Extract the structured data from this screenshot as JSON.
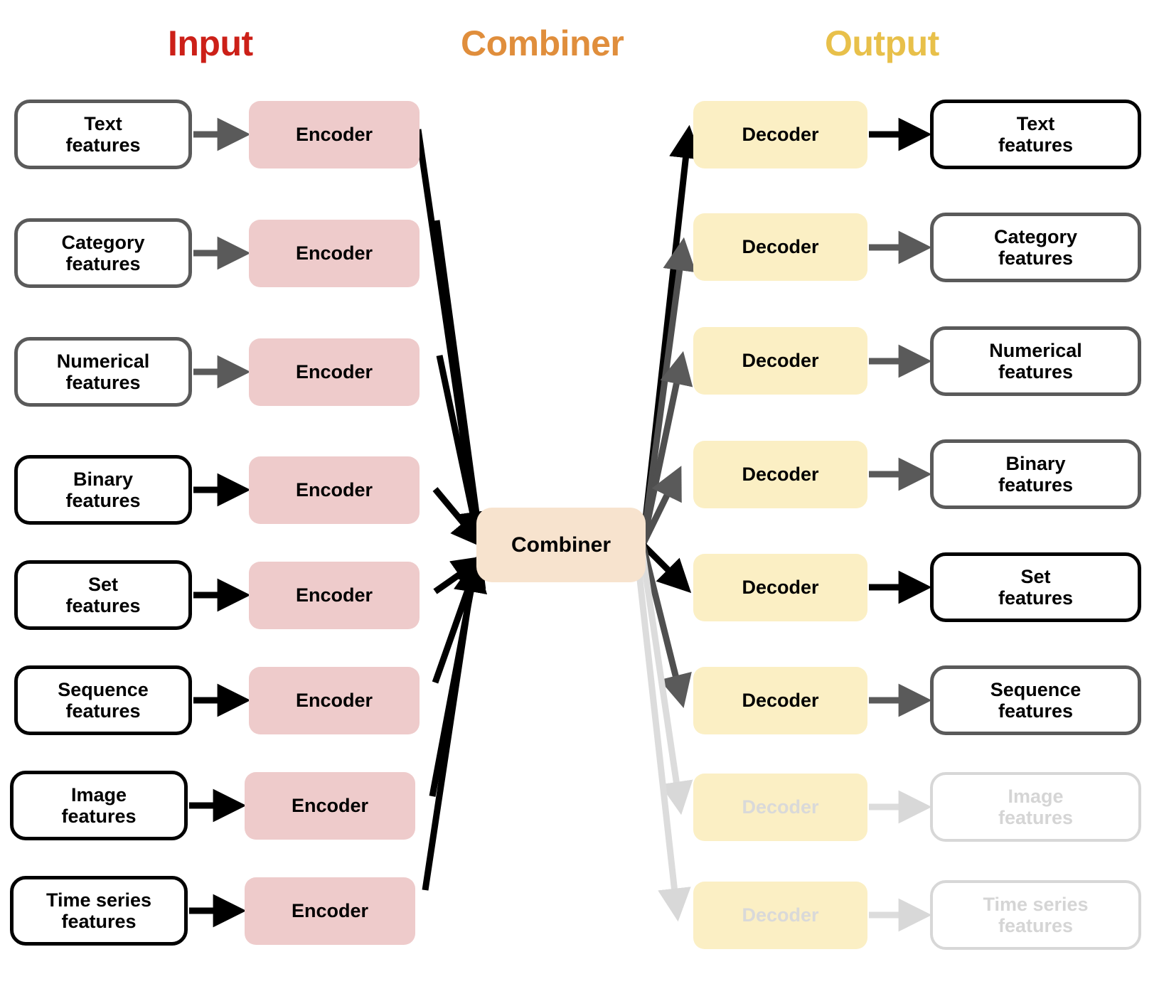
{
  "headers": {
    "input": {
      "label": "Input",
      "color": "#CC2018"
    },
    "combiner": {
      "label": "Combiner",
      "color": "#E08E3C"
    },
    "output": {
      "label": "Output",
      "color": "#E8C04A"
    }
  },
  "combiner": {
    "label": "Combiner",
    "fill": "#F7E3CE"
  },
  "palette": {
    "encoder_fill": "#EECBCB",
    "decoder_fill": "#FBEFC4",
    "edge_black": "#000000",
    "edge_gray": "#5A5A5A",
    "edge_faded": "#D8D8D8",
    "border_black": "#000000",
    "border_gray": "#5A5A5A",
    "border_faded": "#D7D7D7",
    "text_faded": "#D5D5D5"
  },
  "encoder_label": "Encoder",
  "decoder_label": "Decoder",
  "input_rows": [
    {
      "line1": "Text",
      "line2": "features",
      "emphasis": "gray"
    },
    {
      "line1": "Category",
      "line2": "features",
      "emphasis": "gray"
    },
    {
      "line1": "Numerical",
      "line2": "features",
      "emphasis": "gray"
    },
    {
      "line1": "Binary",
      "line2": "features",
      "emphasis": "black"
    },
    {
      "line1": "Set",
      "line2": "features",
      "emphasis": "black"
    },
    {
      "line1": "Sequence",
      "line2": "features",
      "emphasis": "black"
    },
    {
      "line1": "Image",
      "line2": "features",
      "emphasis": "black"
    },
    {
      "line1": "Time series",
      "line2": "features",
      "emphasis": "black"
    }
  ],
  "output_rows": [
    {
      "line1": "Text",
      "line2": "features",
      "emphasis": "black"
    },
    {
      "line1": "Category",
      "line2": "features",
      "emphasis": "gray"
    },
    {
      "line1": "Numerical",
      "line2": "features",
      "emphasis": "gray"
    },
    {
      "line1": "Binary",
      "line2": "features",
      "emphasis": "gray"
    },
    {
      "line1": "Set",
      "line2": "features",
      "emphasis": "black"
    },
    {
      "line1": "Sequence",
      "line2": "features",
      "emphasis": "gray"
    },
    {
      "line1": "Image",
      "line2": "features",
      "emphasis": "faded"
    },
    {
      "line1": "Time series",
      "line2": "features",
      "emphasis": "faded"
    }
  ]
}
